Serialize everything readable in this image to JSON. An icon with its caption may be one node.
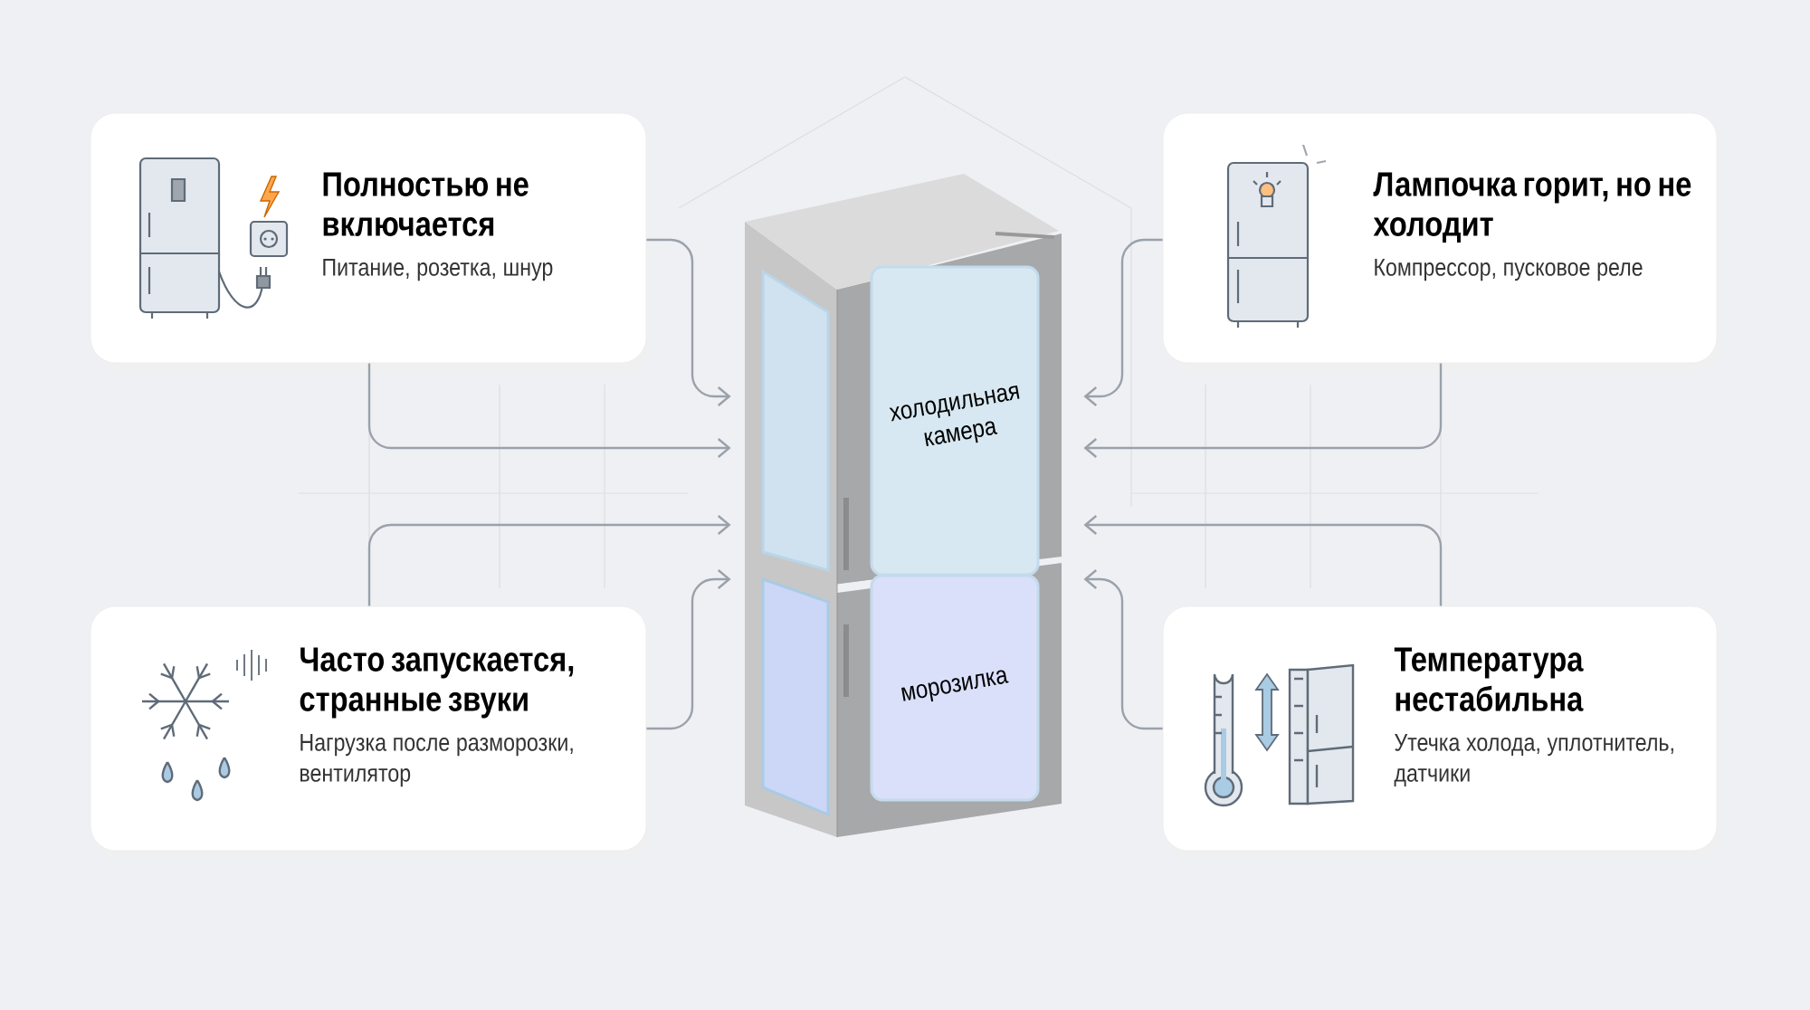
{
  "diagram": {
    "nodes": [
      {
        "text": [
          "Полностью не включается",
          "Питание, розетка, шнур"
        ]
      },
      {
        "text": [
          "Лампочка горит, но не холодит",
          "Компрессор, пусковое реле"
        ]
      },
      {
        "text": [],
        "shape": "picture"
      },
      {
        "text": [
          "холодильная камера"
        ],
        "in": 2
      },
      {
        "text": [
          "морозилка"
        ],
        "in": 2
      },
      {
        "text": [
          "Часто запускается, странные звуки",
          "Нагрузка после разморозки, вентилятор"
        ]
      },
      {
        "text": [
          "Температура нестабильна",
          "Утечка холода, уплотнитель, датчики"
        ]
      }
    ],
    "edges": [
      {
        "from": 0,
        "to": 2,
        "arrow": "to"
      },
      {
        "from": 0,
        "to": 2,
        "arrow": "to"
      },
      {
        "from": 5,
        "to": 2,
        "arrow": "to"
      },
      {
        "from": 5,
        "to": 2,
        "arrow": "to"
      },
      {
        "from": 1,
        "to": 2,
        "arrow": "to"
      },
      {
        "from": 1,
        "to": 2,
        "arrow": "to"
      },
      {
        "from": 6,
        "to": 2,
        "arrow": "to"
      },
      {
        "from": 6,
        "to": 2,
        "arrow": "to"
      }
    ]
  }
}
